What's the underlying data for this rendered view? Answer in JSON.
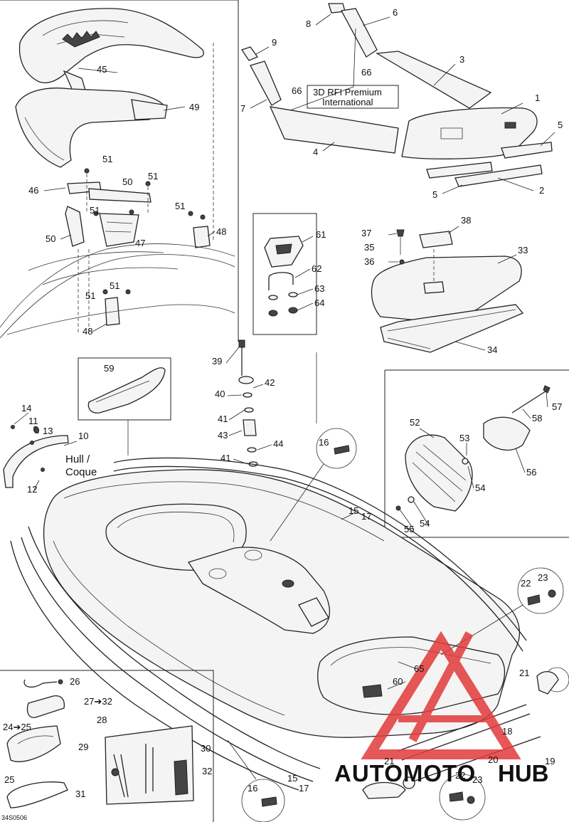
{
  "diagram": {
    "drawing_code": "34S0506",
    "model_label_line1": "3D RFI Premium",
    "model_label_line2": "International",
    "hull_label": "Hull /",
    "coque_label": "Coque",
    "ref_27_32": "27➔32",
    "ref_24_25": "24➔25",
    "watermark_auto": "AUTOMOTO",
    "watermark_hub": "HUB"
  },
  "callouts": [
    {
      "id": "c1",
      "text": "1"
    },
    {
      "id": "c2",
      "text": "2"
    },
    {
      "id": "c3",
      "text": "3"
    },
    {
      "id": "c4",
      "text": "4"
    },
    {
      "id": "c5a",
      "text": "5"
    },
    {
      "id": "c5b",
      "text": "5"
    },
    {
      "id": "c6",
      "text": "6"
    },
    {
      "id": "c7",
      "text": "7"
    },
    {
      "id": "c8",
      "text": "8"
    },
    {
      "id": "c9",
      "text": "9"
    },
    {
      "id": "c10",
      "text": "10"
    },
    {
      "id": "c11",
      "text": "11"
    },
    {
      "id": "c12",
      "text": "12"
    },
    {
      "id": "c13",
      "text": "13"
    },
    {
      "id": "c14",
      "text": "14"
    },
    {
      "id": "c15a",
      "text": "15"
    },
    {
      "id": "c15b",
      "text": "15"
    },
    {
      "id": "c16a",
      "text": "16"
    },
    {
      "id": "c16b",
      "text": "16"
    },
    {
      "id": "c17a",
      "text": "17"
    },
    {
      "id": "c17b",
      "text": "17"
    },
    {
      "id": "c18",
      "text": "18"
    },
    {
      "id": "c19",
      "text": "19"
    },
    {
      "id": "c20",
      "text": "20"
    },
    {
      "id": "c21a",
      "text": "21"
    },
    {
      "id": "c21b",
      "text": "21"
    },
    {
      "id": "c22a",
      "text": "22"
    },
    {
      "id": "c22b",
      "text": "22"
    },
    {
      "id": "c23a",
      "text": "23"
    },
    {
      "id": "c23b",
      "text": "23"
    },
    {
      "id": "c25",
      "text": "25"
    },
    {
      "id": "c26",
      "text": "26"
    },
    {
      "id": "c28",
      "text": "28"
    },
    {
      "id": "c29",
      "text": "29"
    },
    {
      "id": "c30",
      "text": "30"
    },
    {
      "id": "c31",
      "text": "31"
    },
    {
      "id": "c32",
      "text": "32"
    },
    {
      "id": "c33",
      "text": "33"
    },
    {
      "id": "c34",
      "text": "34"
    },
    {
      "id": "c35",
      "text": "35"
    },
    {
      "id": "c36",
      "text": "36"
    },
    {
      "id": "c37",
      "text": "37"
    },
    {
      "id": "c38",
      "text": "38"
    },
    {
      "id": "c39",
      "text": "39"
    },
    {
      "id": "c40",
      "text": "40"
    },
    {
      "id": "c41a",
      "text": "41"
    },
    {
      "id": "c41b",
      "text": "41"
    },
    {
      "id": "c42",
      "text": "42"
    },
    {
      "id": "c43",
      "text": "43"
    },
    {
      "id": "c44",
      "text": "44"
    },
    {
      "id": "c45",
      "text": "45"
    },
    {
      "id": "c46",
      "text": "46"
    },
    {
      "id": "c47",
      "text": "47"
    },
    {
      "id": "c48a",
      "text": "48"
    },
    {
      "id": "c48b",
      "text": "48"
    },
    {
      "id": "c49",
      "text": "49"
    },
    {
      "id": "c50a",
      "text": "50"
    },
    {
      "id": "c50b",
      "text": "50"
    },
    {
      "id": "c51a",
      "text": "51"
    },
    {
      "id": "c51b",
      "text": "51"
    },
    {
      "id": "c51c",
      "text": "51"
    },
    {
      "id": "c51d",
      "text": "51"
    },
    {
      "id": "c51e",
      "text": "51"
    },
    {
      "id": "c51f",
      "text": "51"
    },
    {
      "id": "c52",
      "text": "52"
    },
    {
      "id": "c53",
      "text": "53"
    },
    {
      "id": "c54a",
      "text": "54"
    },
    {
      "id": "c54b",
      "text": "54"
    },
    {
      "id": "c55",
      "text": "55"
    },
    {
      "id": "c56",
      "text": "56"
    },
    {
      "id": "c57",
      "text": "57"
    },
    {
      "id": "c58",
      "text": "58"
    },
    {
      "id": "c59",
      "text": "59"
    },
    {
      "id": "c60",
      "text": "60"
    },
    {
      "id": "c61",
      "text": "61"
    },
    {
      "id": "c62",
      "text": "62"
    },
    {
      "id": "c63",
      "text": "63"
    },
    {
      "id": "c64",
      "text": "64"
    },
    {
      "id": "c65",
      "text": "65"
    },
    {
      "id": "c66a",
      "text": "66"
    },
    {
      "id": "c66b",
      "text": "66"
    }
  ],
  "colors": {
    "line": "#222222",
    "watermark_red": "#e23a3a",
    "watermark_orange": "#f0a020",
    "watermark_gray": "#7a7a7a"
  }
}
